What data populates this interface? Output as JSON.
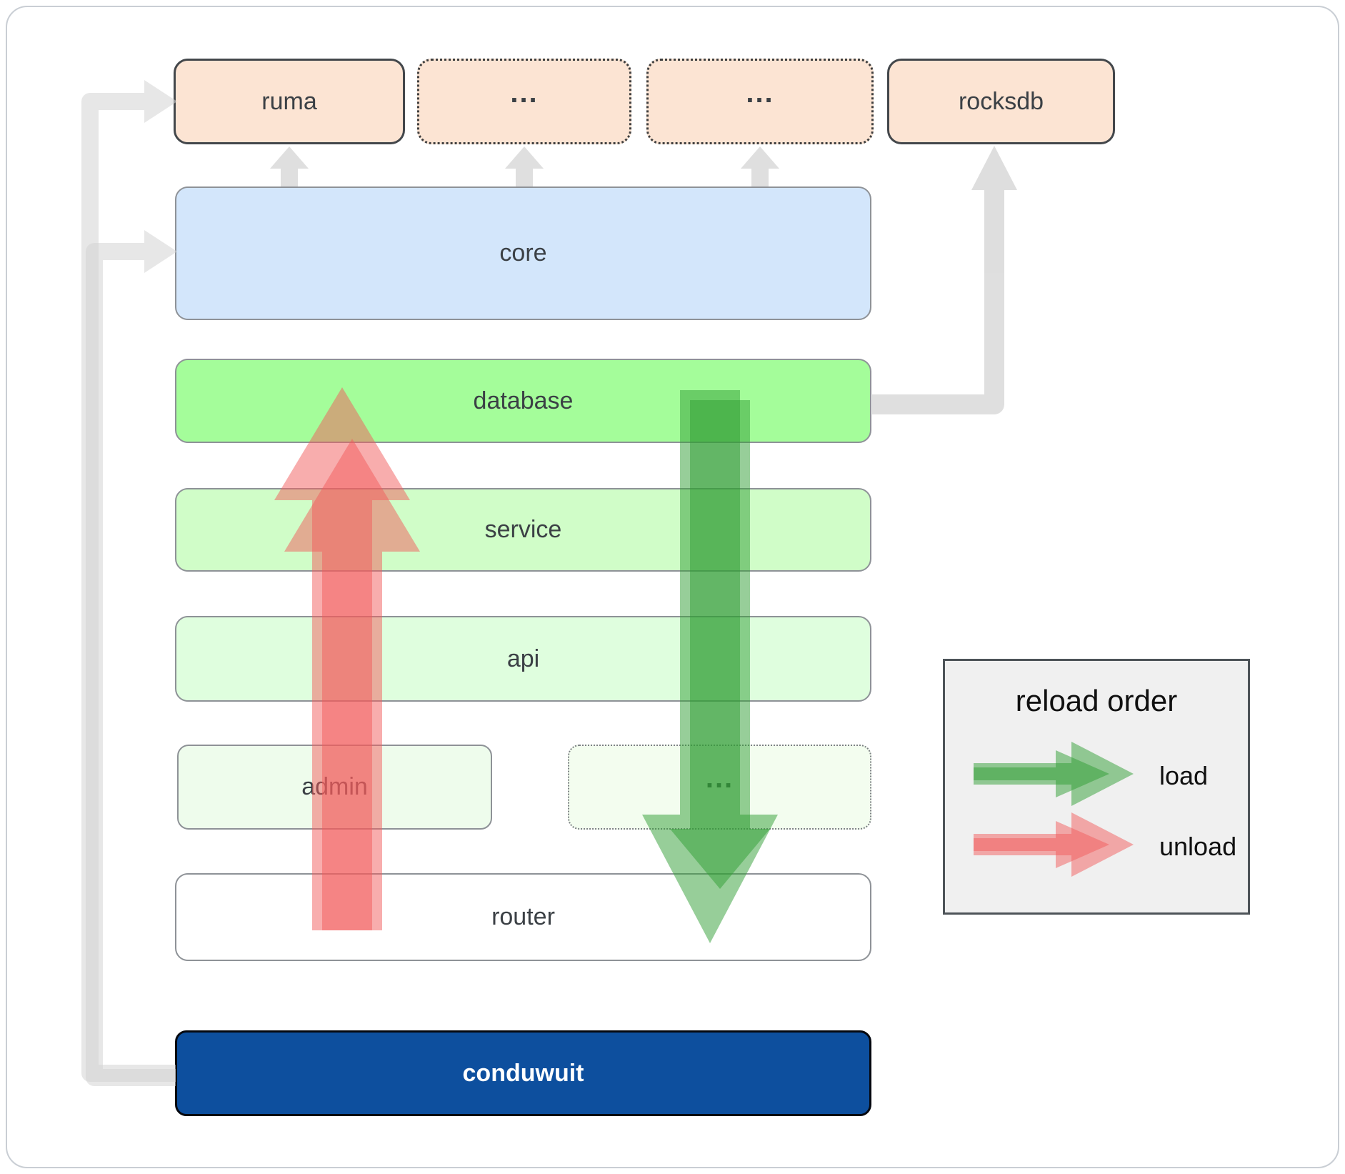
{
  "boxes": {
    "ruma": {
      "label": "ruma"
    },
    "top_dots_1": {
      "label": "..."
    },
    "top_dots_2": {
      "label": "..."
    },
    "rocksdb": {
      "label": "rocksdb"
    },
    "core": {
      "label": "core"
    },
    "database": {
      "label": "database"
    },
    "service": {
      "label": "service"
    },
    "api": {
      "label": "api"
    },
    "admin": {
      "label": "admin"
    },
    "admin_dots": {
      "label": "..."
    },
    "router": {
      "label": "router"
    },
    "conduwuit": {
      "label": "conduwuit"
    }
  },
  "legend": {
    "title": "reload order",
    "items": [
      {
        "label": "load",
        "color": "#2f9e33"
      },
      {
        "label": "unload",
        "color": "#f15b5b"
      }
    ]
  },
  "connectors": [
    {
      "from": "conduwuit",
      "to": "ruma",
      "type": "gray-elbow-arrow"
    },
    {
      "from": "conduwuit",
      "to": "core",
      "type": "gray-elbow-arrow"
    },
    {
      "from": "core",
      "to": "ruma",
      "type": "gray-up-arrow"
    },
    {
      "from": "core",
      "to": "top_dots_1",
      "type": "gray-up-arrow"
    },
    {
      "from": "core",
      "to": "top_dots_2",
      "type": "gray-up-arrow"
    },
    {
      "from": "database",
      "to": "rocksdb",
      "type": "gray-elbow-arrow"
    },
    {
      "from": "database",
      "to": "router",
      "type": "load-arrow-down"
    },
    {
      "from": "router",
      "to": "database",
      "type": "unload-arrow-up"
    }
  ],
  "colors": {
    "box-peach": "#fce4d3",
    "box-core": "#d3e6fb",
    "box-database": "#a4fd9a",
    "box-service": "#d0fdc8",
    "box-api": "#dffede",
    "box-admin": "#eefcec",
    "box-admin-etc": "#f3fdef",
    "box-router": "#ffffff",
    "box-conduwuit": "#0d4f9e",
    "arrow-load": "#2f9e33",
    "arrow-unload": "#f15b5b",
    "connector": "#d4d4d4",
    "legend-bg": "#f0f0f0"
  }
}
